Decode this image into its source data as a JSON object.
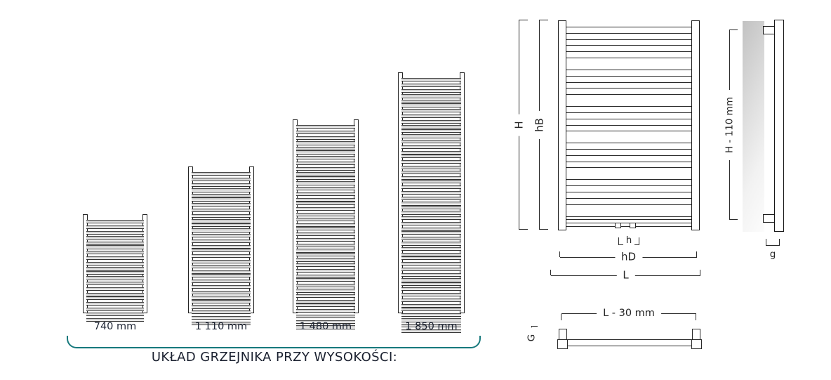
{
  "caption": "UKŁAD GRZEJNIKA PRZY WYSOKOŚCI:",
  "size_chart": {
    "items": [
      {
        "label": "740 mm",
        "tube_groups": 4
      },
      {
        "label": "1 110 mm",
        "tube_groups": 6
      },
      {
        "label": "1 480 mm",
        "tube_groups": 8
      },
      {
        "label": "1 850 mm",
        "tube_groups": 10
      }
    ]
  },
  "front_view": {
    "dim_height": "H",
    "dim_mount_height": "hB",
    "dim_connection_spacing": "h",
    "dim_mount_width": "hD",
    "dim_width": "L"
  },
  "side_view": {
    "dim_height": "H - 110 mm",
    "dim_depth": "g"
  },
  "bottom_view": {
    "dim_width": "L - 30 mm",
    "dim_depth": "G"
  },
  "colors": {
    "accent": "#17797d",
    "line": "#2a2a2a",
    "text": "#1d2433"
  }
}
